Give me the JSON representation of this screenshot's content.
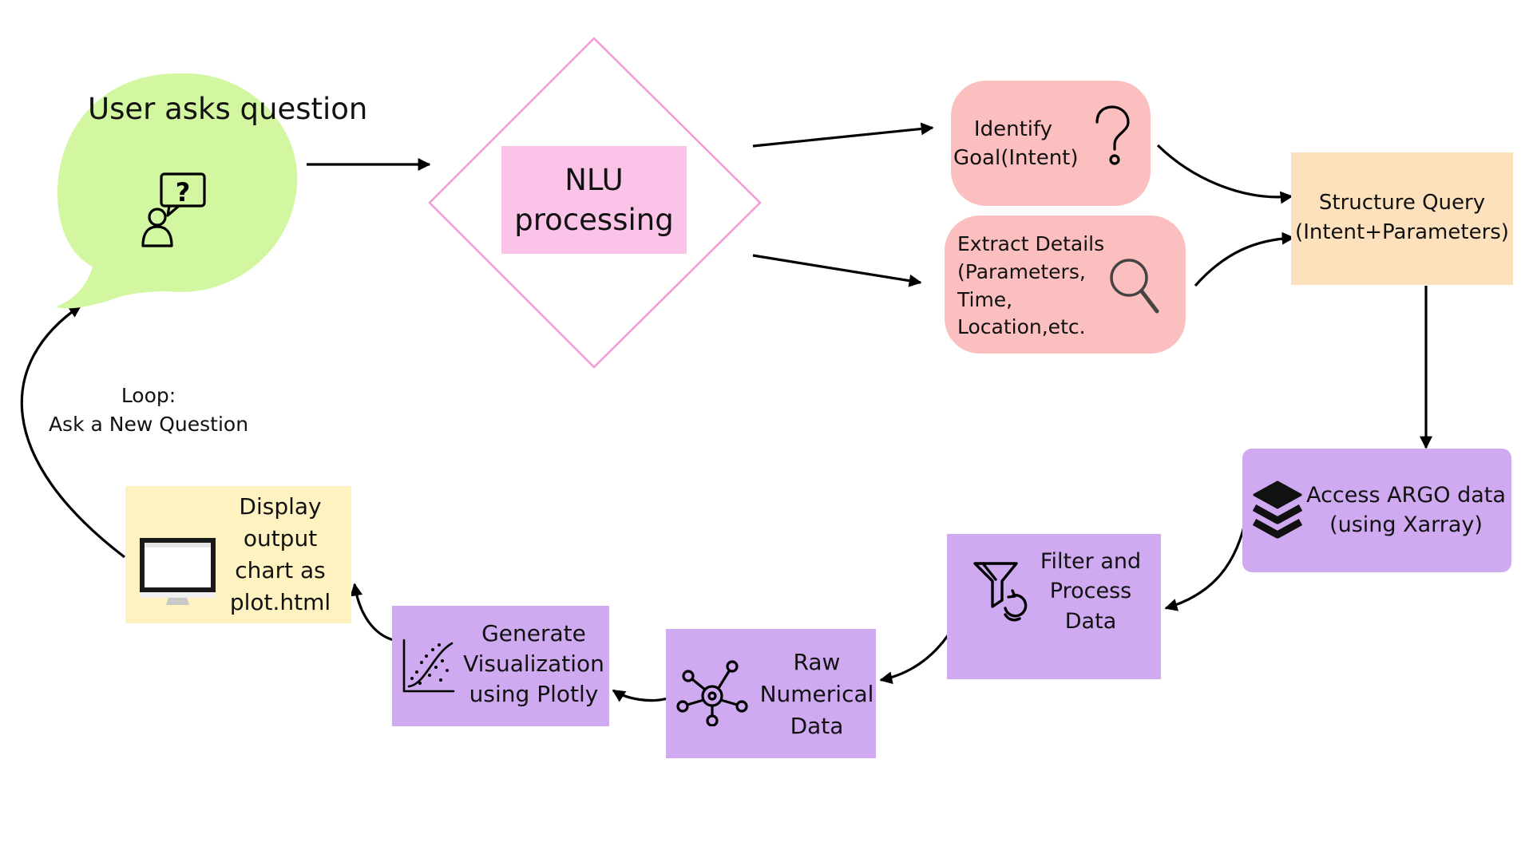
{
  "nodes": {
    "user_question": {
      "label": "User asks question",
      "icon": "user-question-icon",
      "color": "#d3f7a1"
    },
    "nlu": {
      "label": "NLU processing",
      "color": "#fcc3e8",
      "border": "#f29ad6"
    },
    "intent": {
      "label": "Identify Goal(Intent)",
      "icon": "question-mark-icon",
      "color": "#fcbfbf"
    },
    "extract": {
      "label_lines": [
        "Extract Details",
        "(Parameters,",
        "Time,",
        "Location,etc."
      ],
      "icon": "search-icon",
      "color": "#fcbfbf"
    },
    "structure": {
      "label": "Structure Query (Intent+Parameters)",
      "color": "#fde1bd"
    },
    "argo": {
      "label": "Access ARGO data (using Xarray)",
      "icon": "layers-icon",
      "color": "#d0aaf1"
    },
    "filter": {
      "label": "Filter and Process Data",
      "icon": "filter-refresh-icon",
      "color": "#d0aaf1"
    },
    "raw": {
      "label": "Raw Numerical Data",
      "icon": "network-icon",
      "color": "#d0aaf1"
    },
    "viz": {
      "label": "Generate Visualization using Plotly",
      "icon": "scatter-plot-icon",
      "color": "#d0aaf1"
    },
    "display": {
      "label": "Display output chart as plot.html",
      "icon": "monitor-icon",
      "color": "#fef2c0"
    }
  },
  "loop_label": {
    "line1": "Loop:",
    "line2": "Ask a New Question"
  },
  "edges": [
    {
      "from": "user_question",
      "to": "nlu"
    },
    {
      "from": "nlu",
      "to": "intent"
    },
    {
      "from": "nlu",
      "to": "extract"
    },
    {
      "from": "intent",
      "to": "structure"
    },
    {
      "from": "extract",
      "to": "structure"
    },
    {
      "from": "structure",
      "to": "argo"
    },
    {
      "from": "argo",
      "to": "filter"
    },
    {
      "from": "filter",
      "to": "raw"
    },
    {
      "from": "raw",
      "to": "viz"
    },
    {
      "from": "viz",
      "to": "display"
    },
    {
      "from": "display",
      "to": "user_question"
    }
  ]
}
